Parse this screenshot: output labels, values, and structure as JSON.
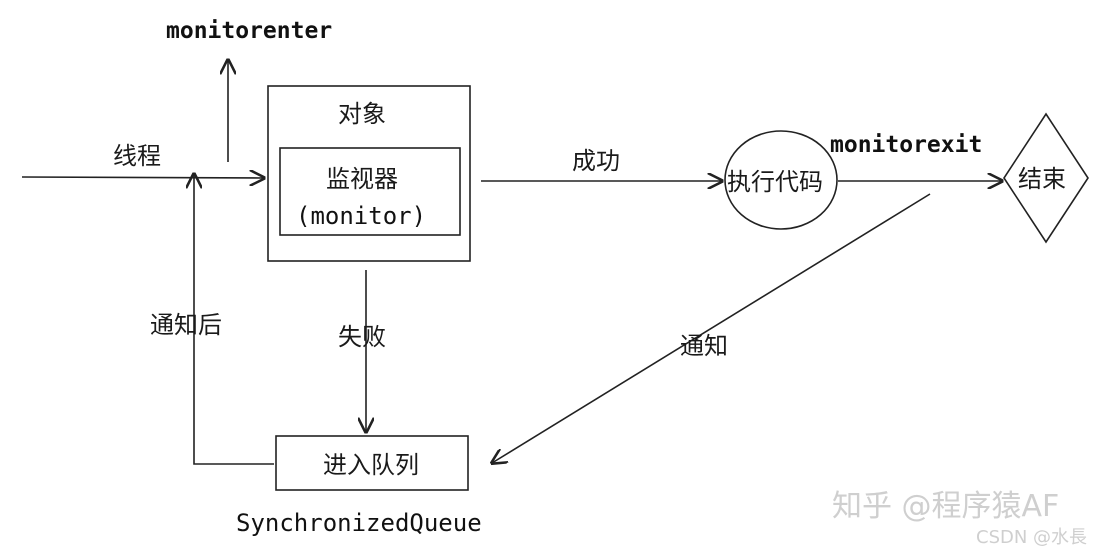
{
  "labels": {
    "monitorenter": "monitorenter",
    "thread": "线程",
    "object": "对象",
    "monitor_cn": "监视器",
    "monitor_en": "(monitor)",
    "success": "成功",
    "execute_code": "执行代码",
    "monitorexit": "monitorexit",
    "end": "结束",
    "fail": "失败",
    "after_notify": "通知后",
    "notify": "通知",
    "enter_queue": "进入队列",
    "sync_queue": "SynchronizedQueue"
  },
  "watermark": {
    "zhihu": "知乎 @程序猿AF",
    "csdn": "CSDN @水長"
  }
}
